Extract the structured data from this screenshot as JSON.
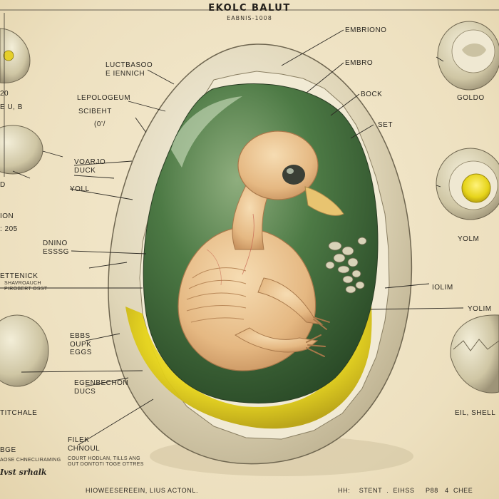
{
  "title": "EKOLC BALUT",
  "subtitle": "EABNIS-1008",
  "labels": {
    "embriono": "EMBRIONO",
    "embro": "EMBRO",
    "bock": "BOCK",
    "set": "SET",
    "luctbasoo": "LUCTBASOO\nE IENNICH",
    "lepologeum": "LEPOLOGEUM",
    "scibeht": "SCIBEHT",
    "ok": "(0’/",
    "voarjo": "VOARJO\nDUCK",
    "yoll": "YOLL",
    "dnino": "DNINO\nESSSG",
    "ettenick": "ETTENICK",
    "ebbs": "EBBS\nOUPK\nEGGS",
    "egenbechon": "EGENBECHON\nDUCS",
    "filek": "FILEK\nCHNOUL",
    "goldo": "GOLDO",
    "yolm_right": "YOLM",
    "iolim": "IOLIM",
    "yolim": "YOLIM",
    "eil_shell": "EIL, SHELL",
    "left_20": "20",
    "left_uvb": "E  U, B",
    "left_d": "D",
    "left_ion": "ION",
    "left_205": ": 205",
    "left_titchale": "TITCHALE",
    "left_bge": "BGE"
  },
  "small_texts": {
    "ettenick_sub": "SHAVROAUCH\nPIROBERT OSST",
    "filek_sub": "COURT HODLAN, TILLS ANG\nOUT DONTOTI TOGE OTTRES",
    "left_bge_sub": "AOSE CHNECLIRAMING"
  },
  "script_text": "Ivst srhalk",
  "footer": {
    "left": "HIOWEESEREEIN, LIUS ACTONL.",
    "right": "HH:    STENT  .  EIHSS     P88   4  CHEE"
  },
  "colors": {
    "paper": "#efe4c6",
    "shell": "#e6dcc0",
    "albumen": "#3e6b3a",
    "yolk": "#e7d81a",
    "embryo": "#e9c28e",
    "ink": "#2b2822"
  }
}
